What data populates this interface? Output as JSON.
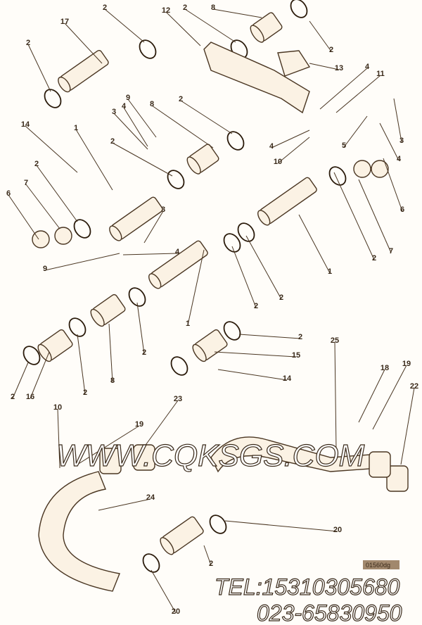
{
  "callouts": [
    "2",
    "17",
    "2",
    "12",
    "2",
    "8",
    "2",
    "13",
    "4",
    "11",
    "9",
    "4",
    "3",
    "8",
    "2",
    "14",
    "2",
    "1",
    "3",
    "5",
    "4",
    "10",
    "4",
    "6",
    "2",
    "7",
    "6",
    "3",
    "4",
    "9",
    "2",
    "7",
    "1",
    "2",
    "2",
    "1",
    "2",
    "2",
    "8",
    "15",
    "14",
    "2",
    "16",
    "2",
    "25",
    "18",
    "19",
    "22",
    "10",
    "19",
    "23",
    "24",
    "20",
    "20",
    "2"
  ],
  "drawing_code": "01560dg",
  "watermark": {
    "website": "WWW.CQKSGS.COM",
    "tel": "TEL:15310305680",
    "phone": "023-65830950"
  }
}
